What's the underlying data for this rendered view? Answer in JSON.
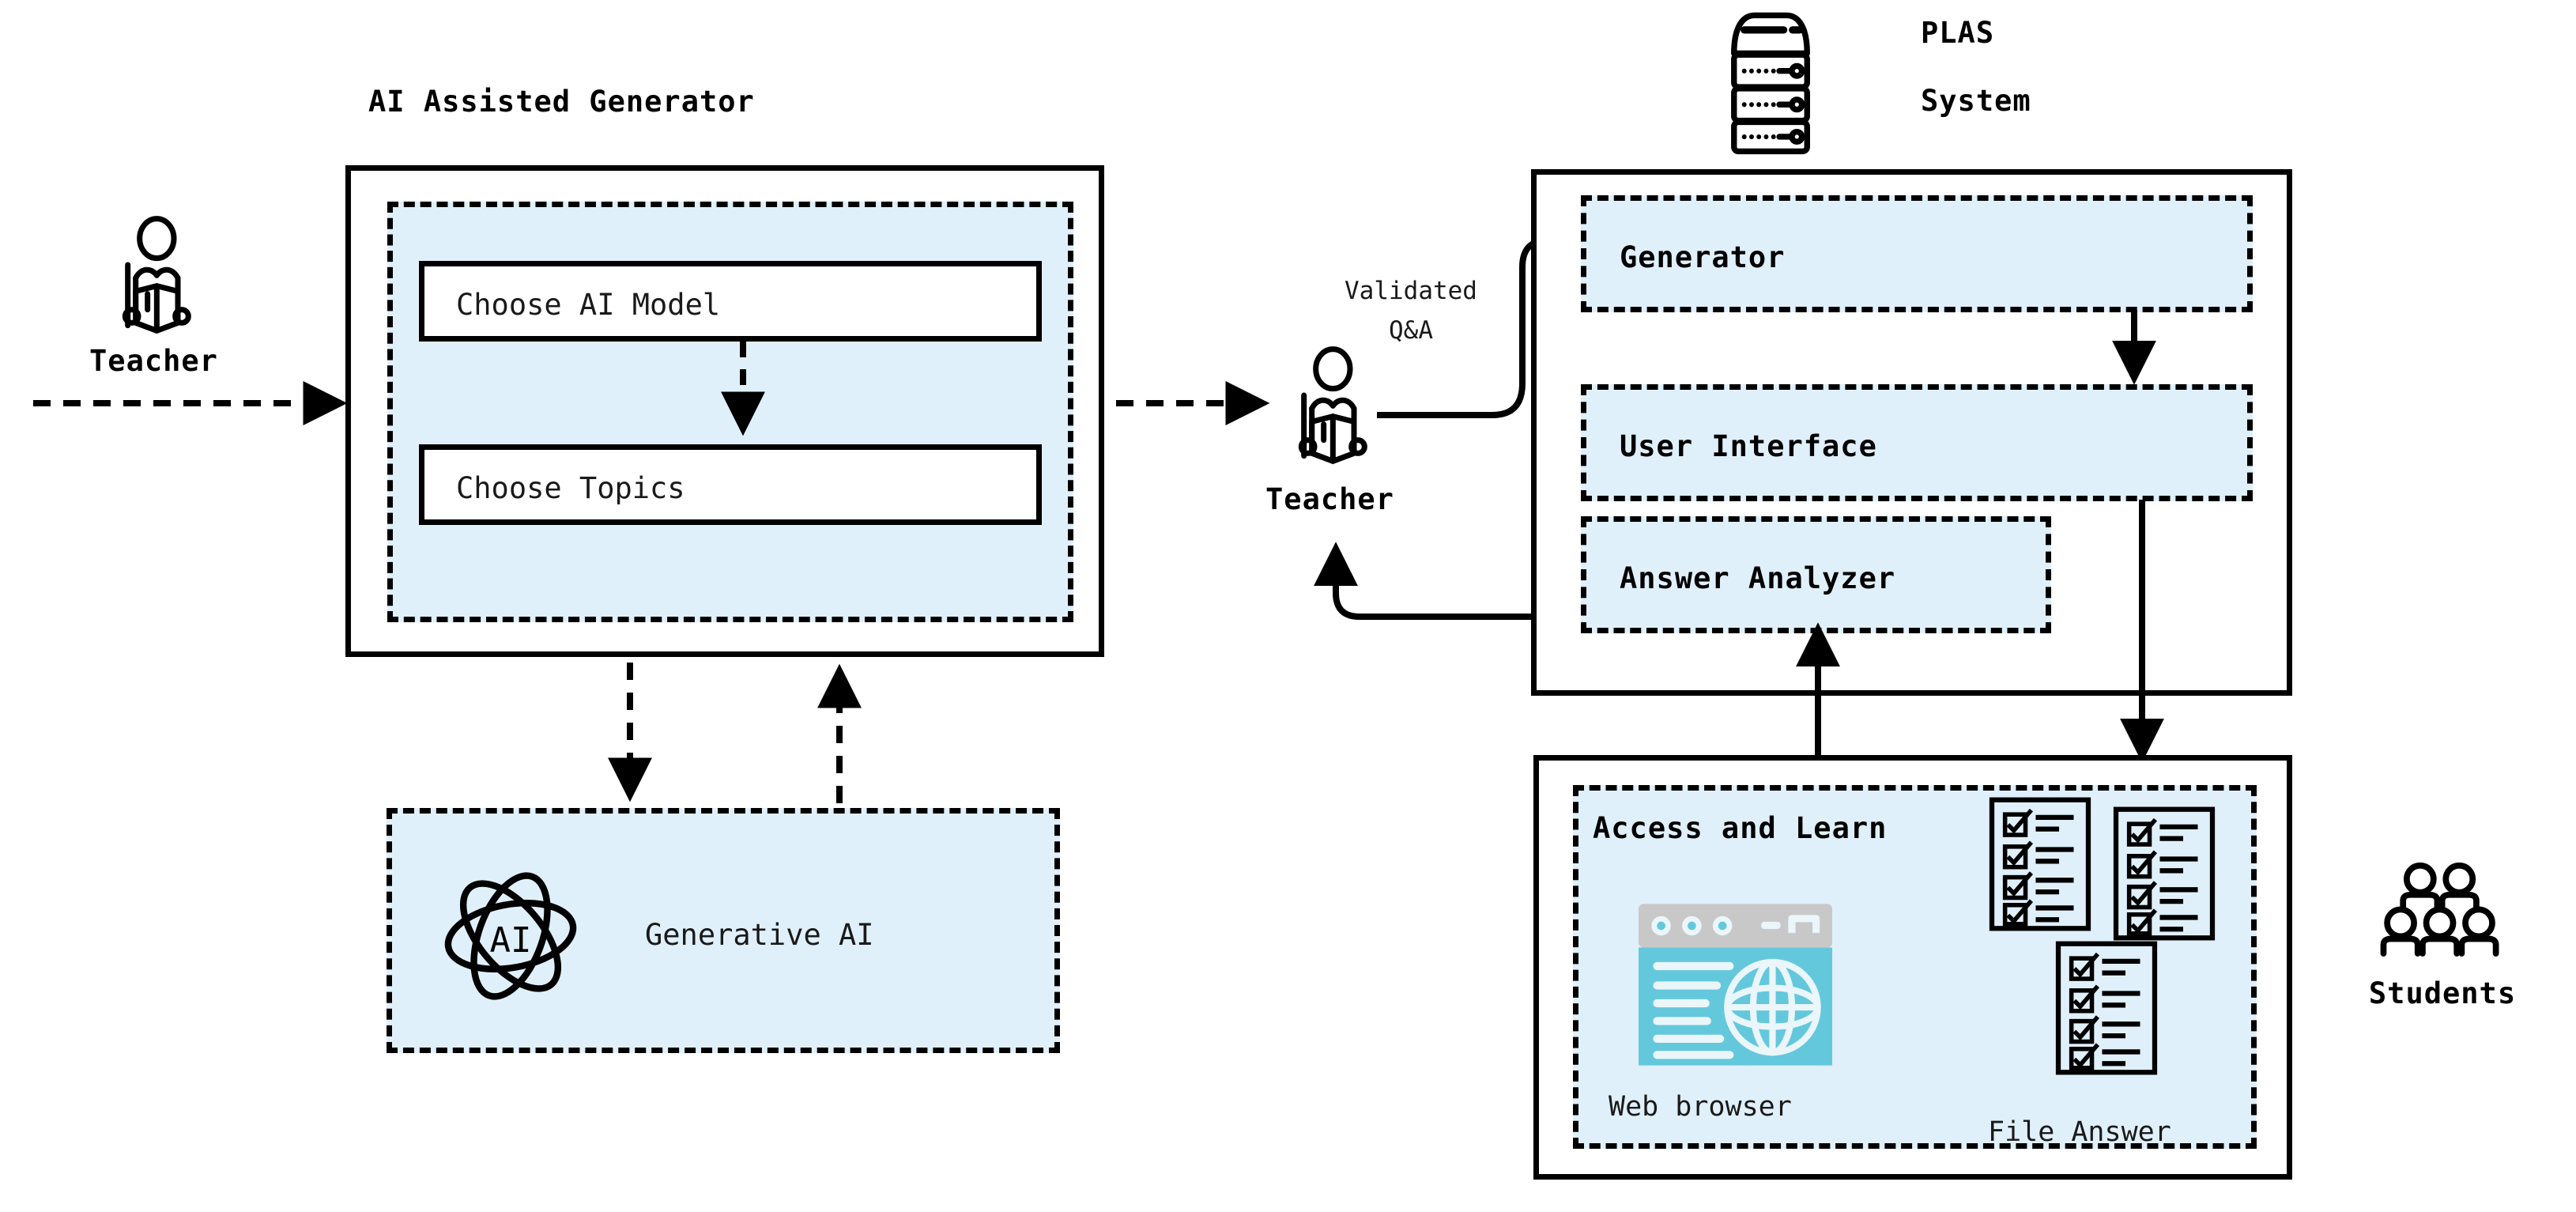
{
  "diagram": {
    "title": "PLAS System architecture flow",
    "accent_fill": "#e0f0fa",
    "stroke": "#000000",
    "browser_teal": "#64c8dc",
    "browser_titlebar_gray": "#c8c8c8"
  },
  "actors": {
    "teacher_left": {
      "label": "Teacher",
      "icon": "teacher-icon"
    },
    "teacher_middle": {
      "label": "Teacher",
      "icon": "teacher-icon"
    },
    "students": {
      "label": "Students",
      "icon": "students-group-icon"
    }
  },
  "generator_panel": {
    "title": "AI Assisted Generator",
    "steps": [
      {
        "label": "Choose AI Model"
      },
      {
        "label": "Choose Topics"
      }
    ]
  },
  "generative_ai": {
    "label": "Generative AI",
    "icon": "atom-ai-icon",
    "icon_text": "AI"
  },
  "plas": {
    "title_line1": "PLAS",
    "title_line2": "System",
    "icon": "server-rack-icon",
    "modules": [
      {
        "label": "Generator"
      },
      {
        "label": "User Interface"
      },
      {
        "label": "Answer Analyzer"
      }
    ]
  },
  "access_panel": {
    "title": "Access and Learn",
    "browser_caption": "Web browser",
    "file_caption": "File Answer",
    "browser_icon": "web-browser-icon",
    "checklist_icon": "checklist-document-icon",
    "checklist_count": 3,
    "checklist_rows": 4
  },
  "edges": {
    "validated_qa_line1": "Validated",
    "validated_qa_line2": "Q&A"
  }
}
